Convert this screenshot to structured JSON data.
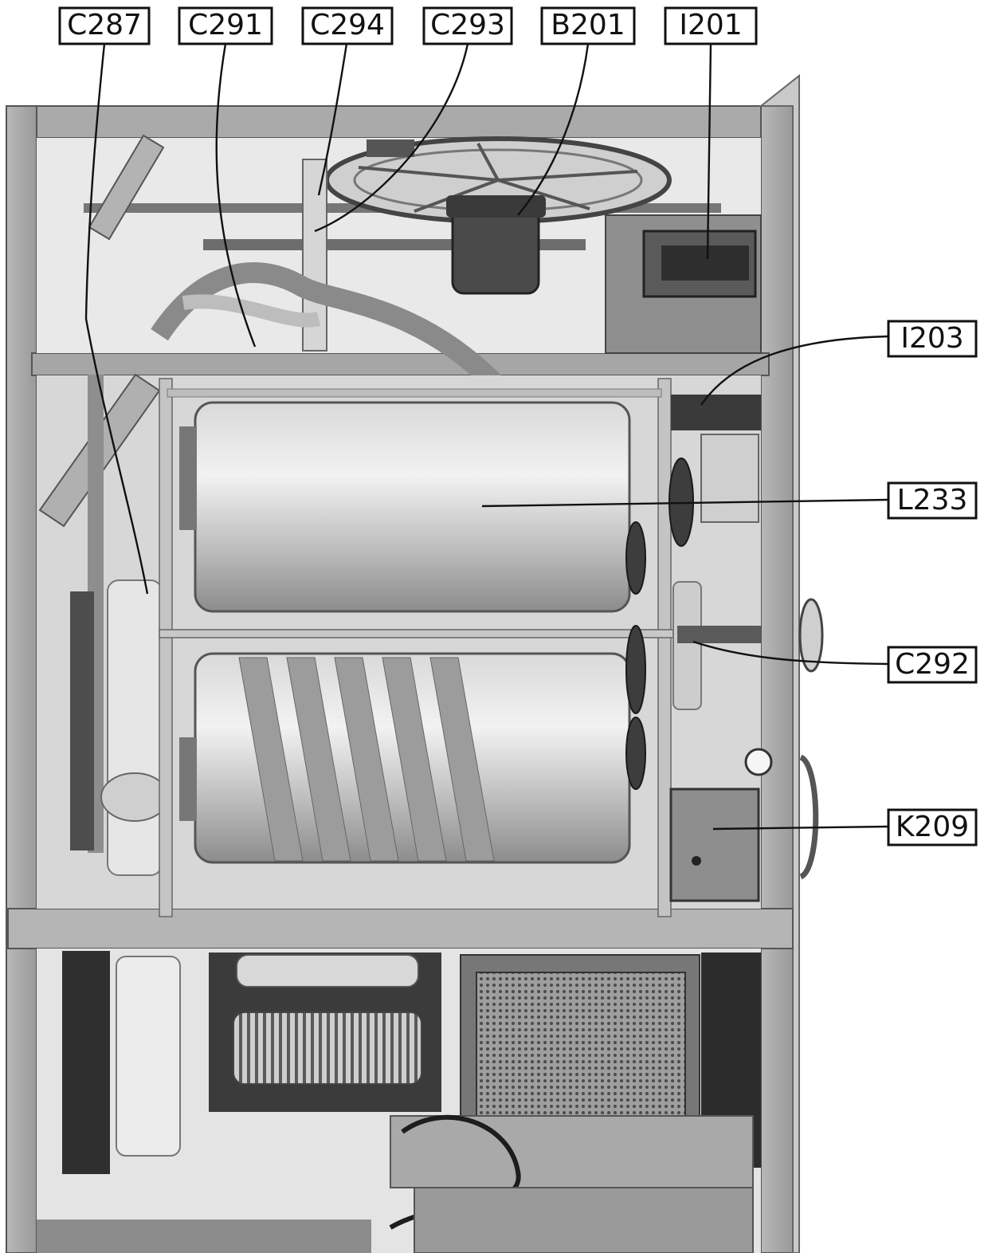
{
  "figure": {
    "callouts_top": [
      "C287",
      "C291",
      "C294",
      "C293",
      "B201",
      "I201"
    ],
    "callouts_right": [
      "I203",
      "L233",
      "C292",
      "K209"
    ]
  }
}
